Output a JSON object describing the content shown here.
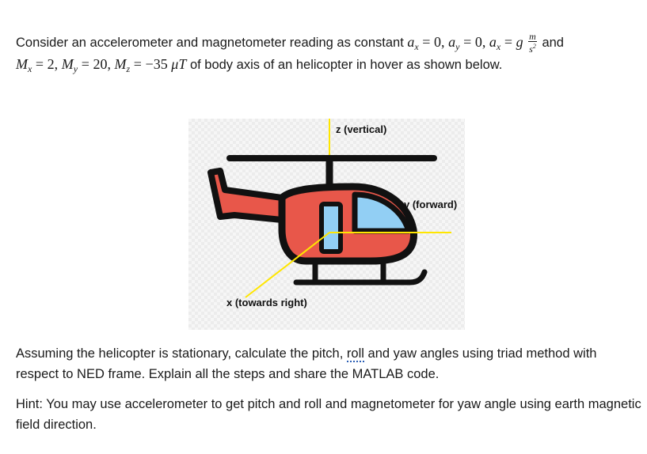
{
  "problem": {
    "intro_text": "Consider an accelerometer and magnetometer reading as constant",
    "a_x": "0",
    "a_y": "0",
    "a_z_symbol": "g",
    "unit_num": "m",
    "unit_den": "s",
    "and_word": "and",
    "M_x": "2",
    "M_y": "20",
    "M_z": "−35",
    "mag_unit": "μT",
    "intro_tail": "of body axis of an helicopter in hover as shown below."
  },
  "figure": {
    "z_axis_label": "z (vertical)",
    "y_axis_label": "y (forward)",
    "x_axis_label": "x (towards right)",
    "colors": {
      "body": "#e8574a",
      "window": "#92cff4",
      "outline": "#111111",
      "axes": "#ffe600"
    }
  },
  "question": {
    "part1": "Assuming the helicopter is stationary, calculate the pitch,",
    "roll_word": "roll",
    "part2": "and yaw angles using triad method with respect to NED frame. Explain all the steps and share the MATLAB code."
  },
  "hint": {
    "text": "Hint: You may use accelerometer to get pitch and roll and magnetometer for yaw angle using earth magnetic field direction."
  }
}
